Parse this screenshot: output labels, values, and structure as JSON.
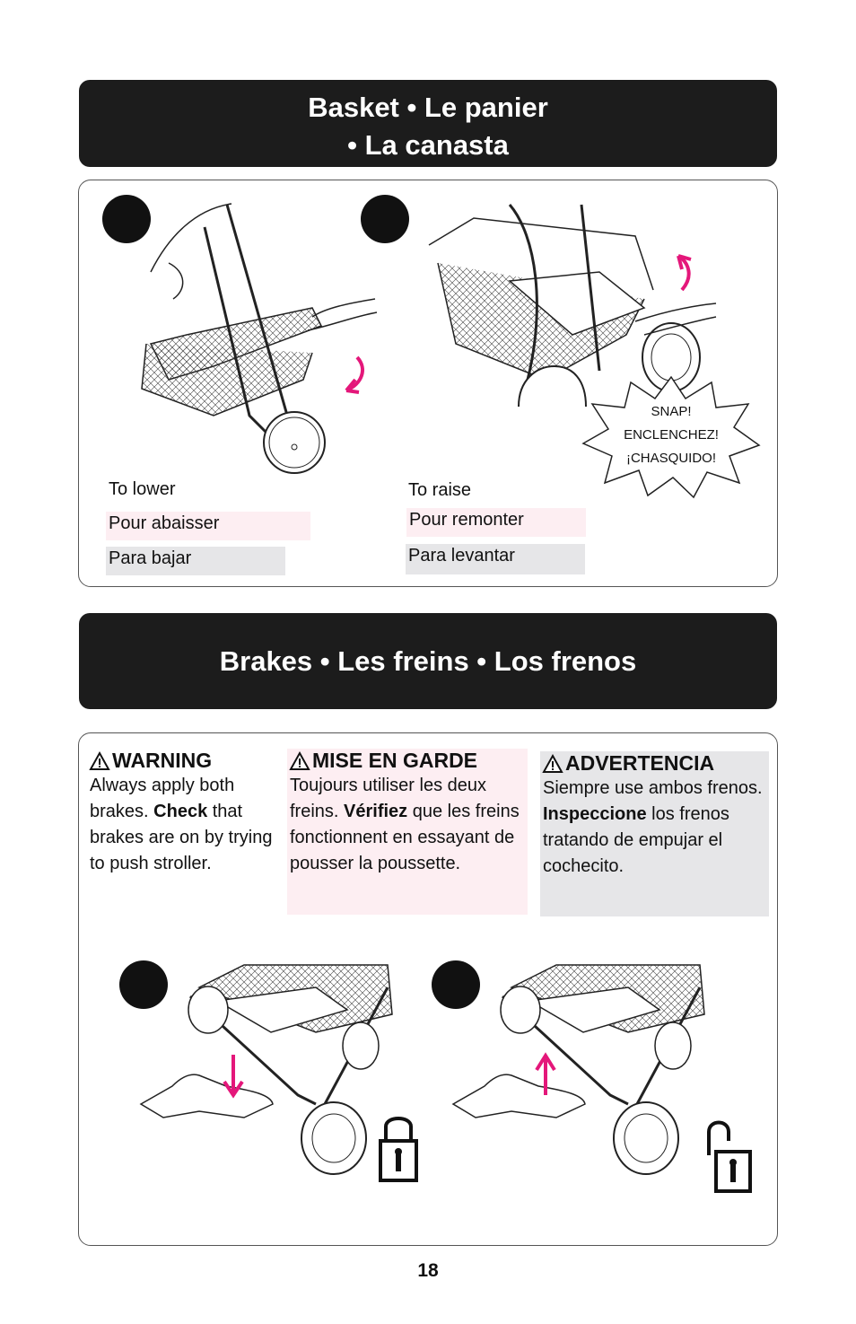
{
  "basket_section": {
    "title_line1": "Basket • Le panier",
    "title_line2": "• La canasta",
    "lower": {
      "en": "To lower",
      "fr": "Pour abaisser",
      "es": "Para bajar"
    },
    "raise": {
      "en": "To raise",
      "fr": "Pour remonter",
      "es": "Para levantar"
    },
    "snap": {
      "line1": "SNAP!",
      "line2": "ENCLENCHEZ!",
      "line3": "¡CHASQUIDO!"
    }
  },
  "brakes_section": {
    "title": "Brakes • Les freins • Los frenos",
    "warning_en": {
      "heading": "WARNING",
      "text1": "Always apply both brakes.",
      "bold": "Check",
      "text2": "that brakes are on by trying to push stroller."
    },
    "warning_fr": {
      "heading": "MISE EN GARDE",
      "text1": "Toujours utiliser les deux freins.",
      "bold": "Vérifiez",
      "text2": "que les freins fonctionnent en essayant de pousser la poussette."
    },
    "warning_es": {
      "heading": "ADVERTENCIA",
      "text1": "Siempre use ambos frenos.",
      "bold": "Inspeccione",
      "text2": "los frenos tratando de empujar el cochecito."
    }
  },
  "page_number": "18",
  "colors": {
    "accent_pink": "#e4177a",
    "banner": "#1c1c1c",
    "pink_box": "#fdeef2",
    "grey_box": "#e6e6e8"
  },
  "icons": [
    "warning-triangle-icon",
    "locked-padlock-icon",
    "unlocked-padlock-icon",
    "down-arrow-icon",
    "up-arrow-icon",
    "curved-arrow-down-icon",
    "curved-arrow-up-icon"
  ]
}
